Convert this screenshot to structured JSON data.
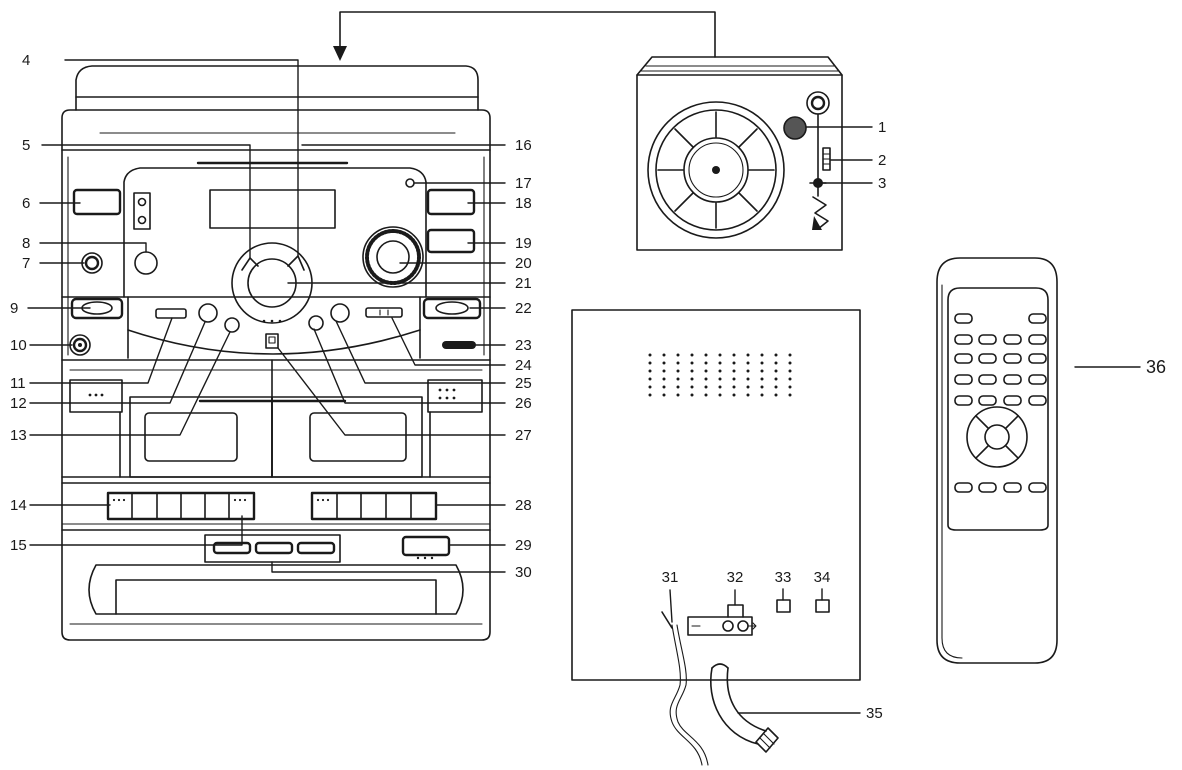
{
  "diagram": {
    "callouts": [
      "1",
      "2",
      "3",
      "4",
      "5",
      "6",
      "7",
      "8",
      "9",
      "10",
      "11",
      "12",
      "13",
      "14",
      "15",
      "16",
      "17",
      "18",
      "19",
      "20",
      "21",
      "22",
      "23",
      "24",
      "25",
      "26",
      "27",
      "28",
      "29",
      "30",
      "31",
      "32",
      "33",
      "34",
      "35",
      "36"
    ]
  },
  "colors": {
    "line": "#1a1a1a",
    "background": "#ffffff"
  }
}
